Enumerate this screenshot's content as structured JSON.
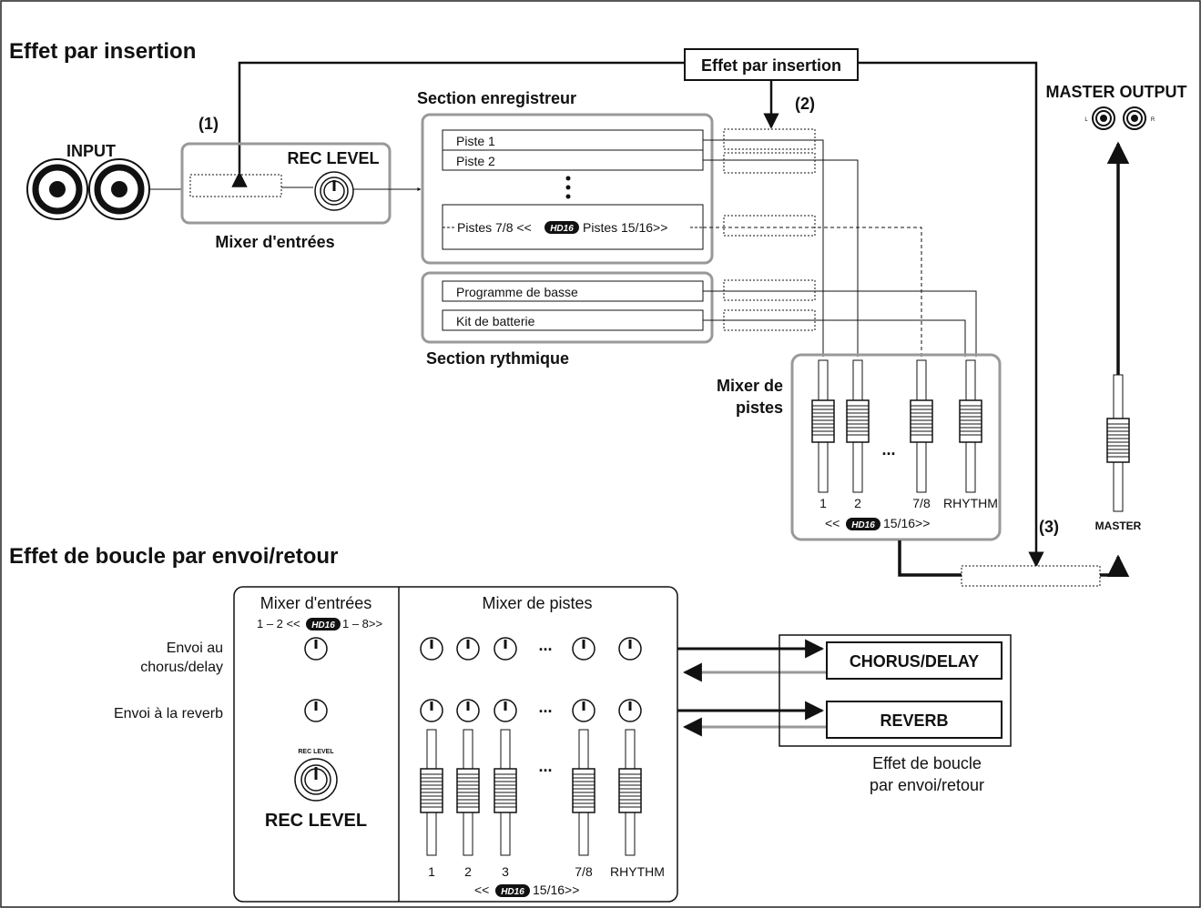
{
  "insert_section": {
    "title": "Effet par insertion",
    "insert_box_label": "Effet par insertion",
    "marker_1": "(1)",
    "marker_2": "(2)",
    "marker_3": "(3)",
    "input_label": "INPUT",
    "rec_level_label": "REC LEVEL",
    "input_mixer_label": "Mixer d'entrées",
    "recorder_section_label": "Section enregistreur",
    "tracks": [
      "Piste 1",
      "Piste 2"
    ],
    "track_range": {
      "prefix": "Pistes 7/8 <<",
      "badge": "HD16",
      "suffix": "Pistes 15/16>>"
    },
    "rhythm_section_label": "Section rythmique",
    "rhythm_items": [
      "Programme de basse",
      "Kit de batterie"
    ],
    "track_mixer_label_1": "Mixer de",
    "track_mixer_label_2": "pistes",
    "fader_labels": [
      "1",
      "2",
      "7/8",
      "RHYTHM"
    ],
    "fader_note": {
      "prefix": "<<",
      "badge": "HD16",
      "suffix": "15/16>>"
    },
    "ellipsis": "...",
    "master_output_label": "MASTER OUTPUT",
    "jack_l": "L",
    "jack_r": "R",
    "master_label": "MASTER"
  },
  "send_section": {
    "title": "Effet de boucle par envoi/retour",
    "input_mixer_header": "Mixer d'entrées",
    "input_channels": {
      "prefix": "1 – 2 <<",
      "badge": "HD16",
      "suffix": "1 – 8>>"
    },
    "track_mixer_header": "Mixer de pistes",
    "send_chorus_label_1": "Envoi au",
    "send_chorus_label_2": "chorus/delay",
    "send_reverb_label": "Envoi à la reverb",
    "rec_level_small": "REC LEVEL",
    "rec_level_label": "REC LEVEL",
    "fader_labels": [
      "1",
      "2",
      "3",
      "7/8",
      "RHYTHM"
    ],
    "fader_note": {
      "prefix": "<<",
      "badge": "HD16",
      "suffix": "15/16>>"
    },
    "ellipsis": "...",
    "effect_chorus": "CHORUS/DELAY",
    "effect_reverb": "REVERB",
    "effect_caption_1": "Effet de boucle",
    "effect_caption_2": "par envoi/retour"
  }
}
